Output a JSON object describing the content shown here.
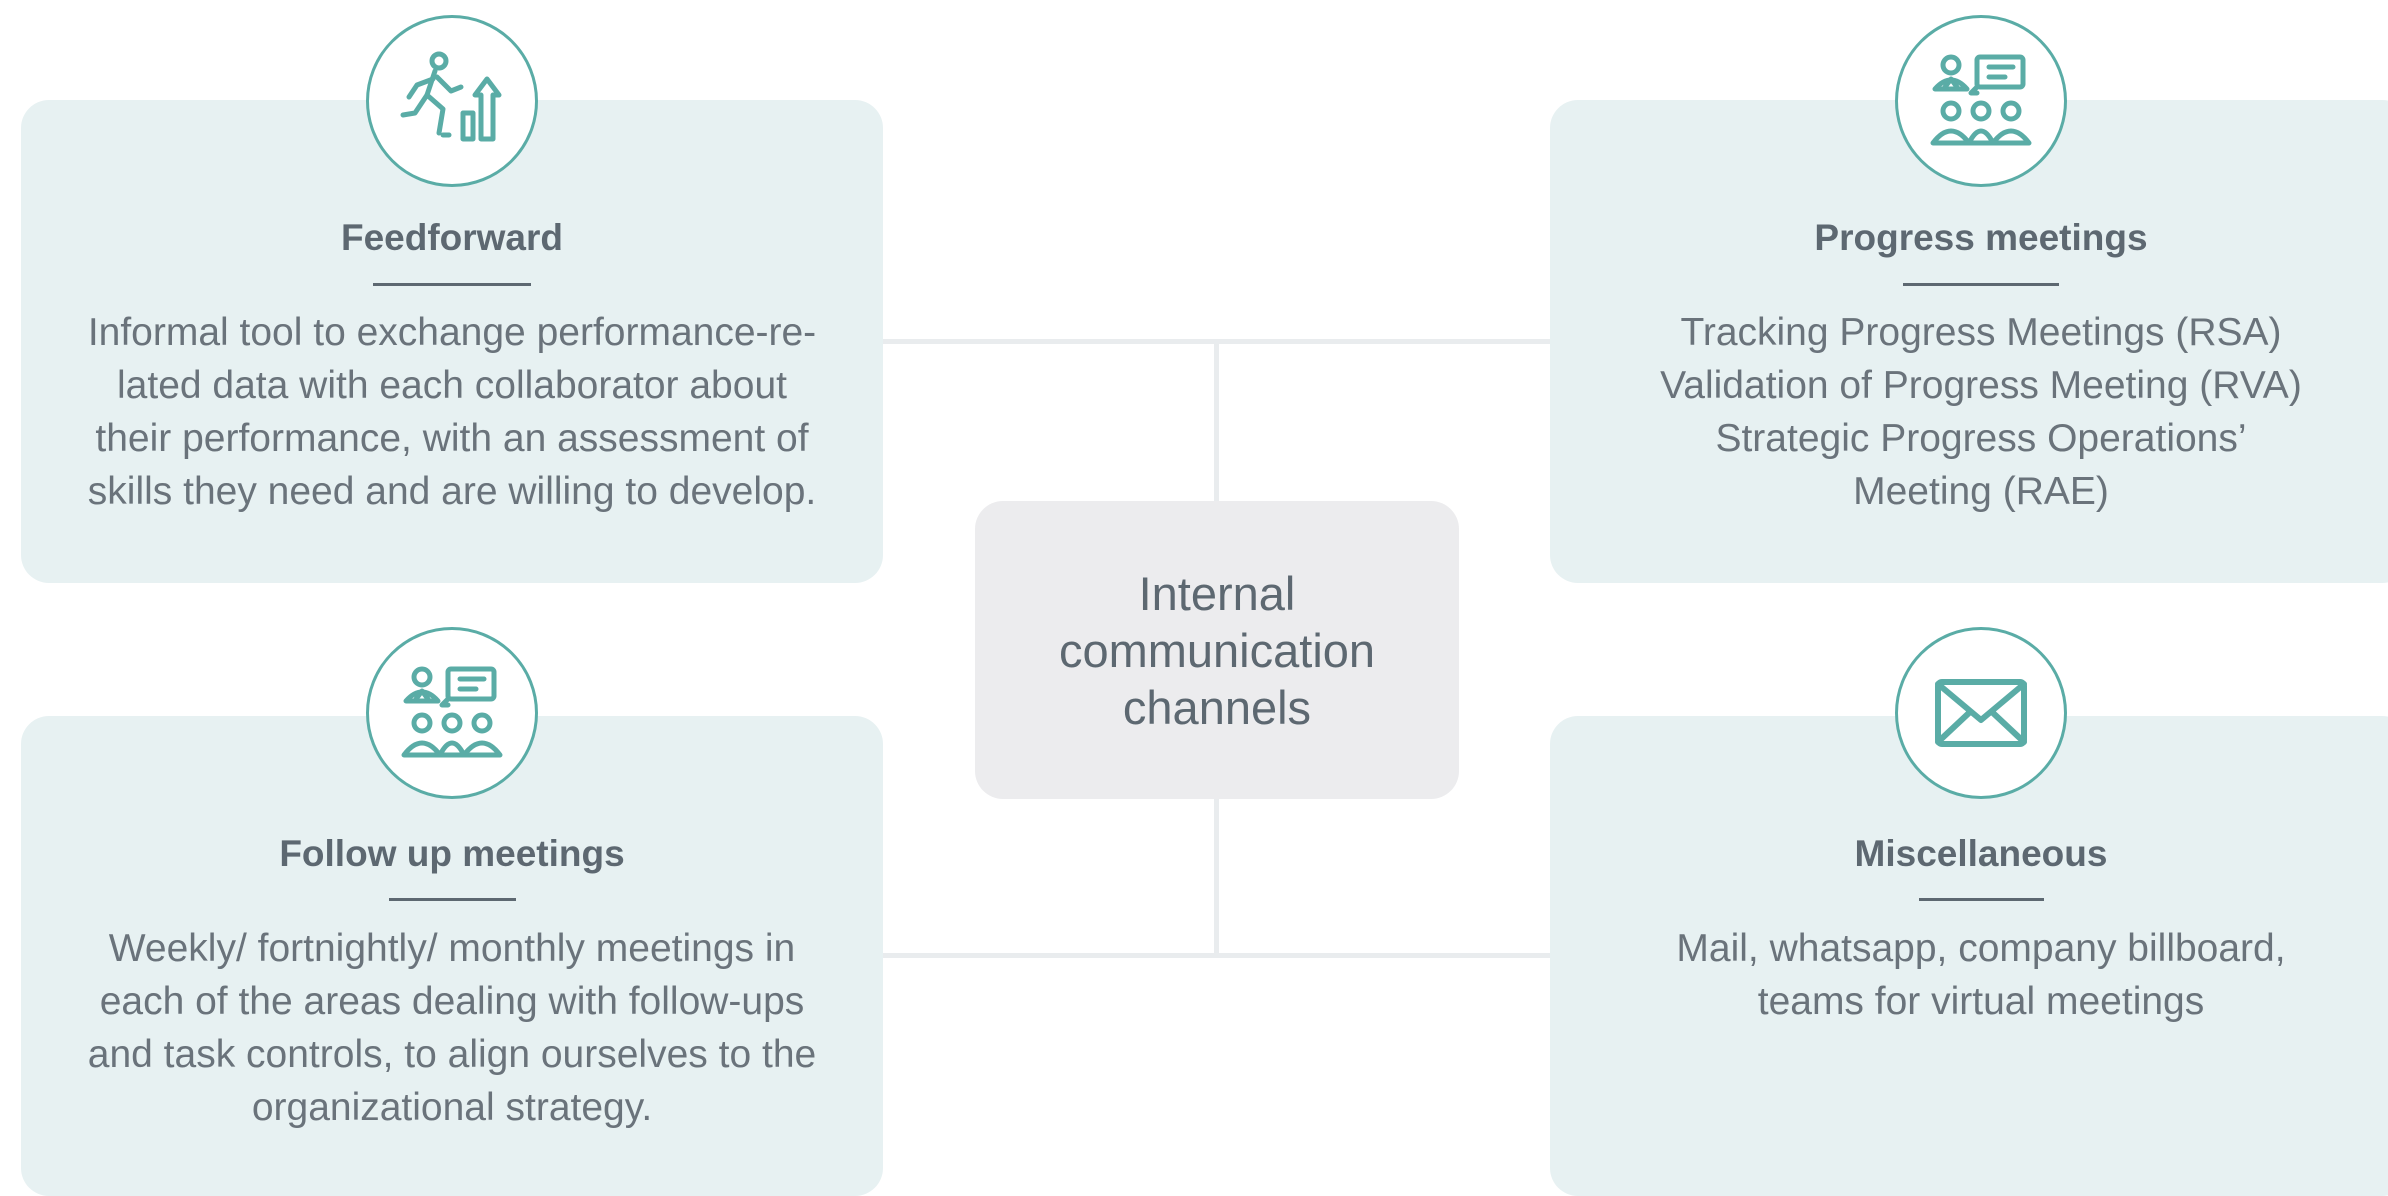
{
  "center": {
    "label": "Internal\ncommunication\nchannels"
  },
  "cards": {
    "feedforward": {
      "icon": "runner-growth-icon",
      "title": "Feedforward",
      "body": "Informal tool to exchange performance-re-\nlated data with each collaborator about\ntheir performance, with an assessment of\nskills they need and are willing to develop."
    },
    "progress": {
      "icon": "meeting-presentation-icon",
      "title": "Progress meetings",
      "body": "Tracking Progress Meetings (RSA)\nValidation of Progress Meeting (RVA)\nStrategic Progress Operations’\nMeeting (RAE)"
    },
    "followup": {
      "icon": "meeting-presentation-icon",
      "title": "Follow up meetings",
      "body": "Weekly/ fortnightly/ monthly meetings in\neach of the areas dealing with follow-ups\nand task controls, to align ourselves to the\norganizational strategy."
    },
    "misc": {
      "icon": "envelope-icon",
      "title": "Miscellaneous",
      "body": "Mail, whatsapp, company billboard,\nteams for virtual meetings"
    }
  },
  "colors": {
    "accent": "#5aaca6",
    "card_background": "#e7f1f2",
    "center_background": "#ececee",
    "text": "#5d6871",
    "connector": "#e9ecee"
  }
}
